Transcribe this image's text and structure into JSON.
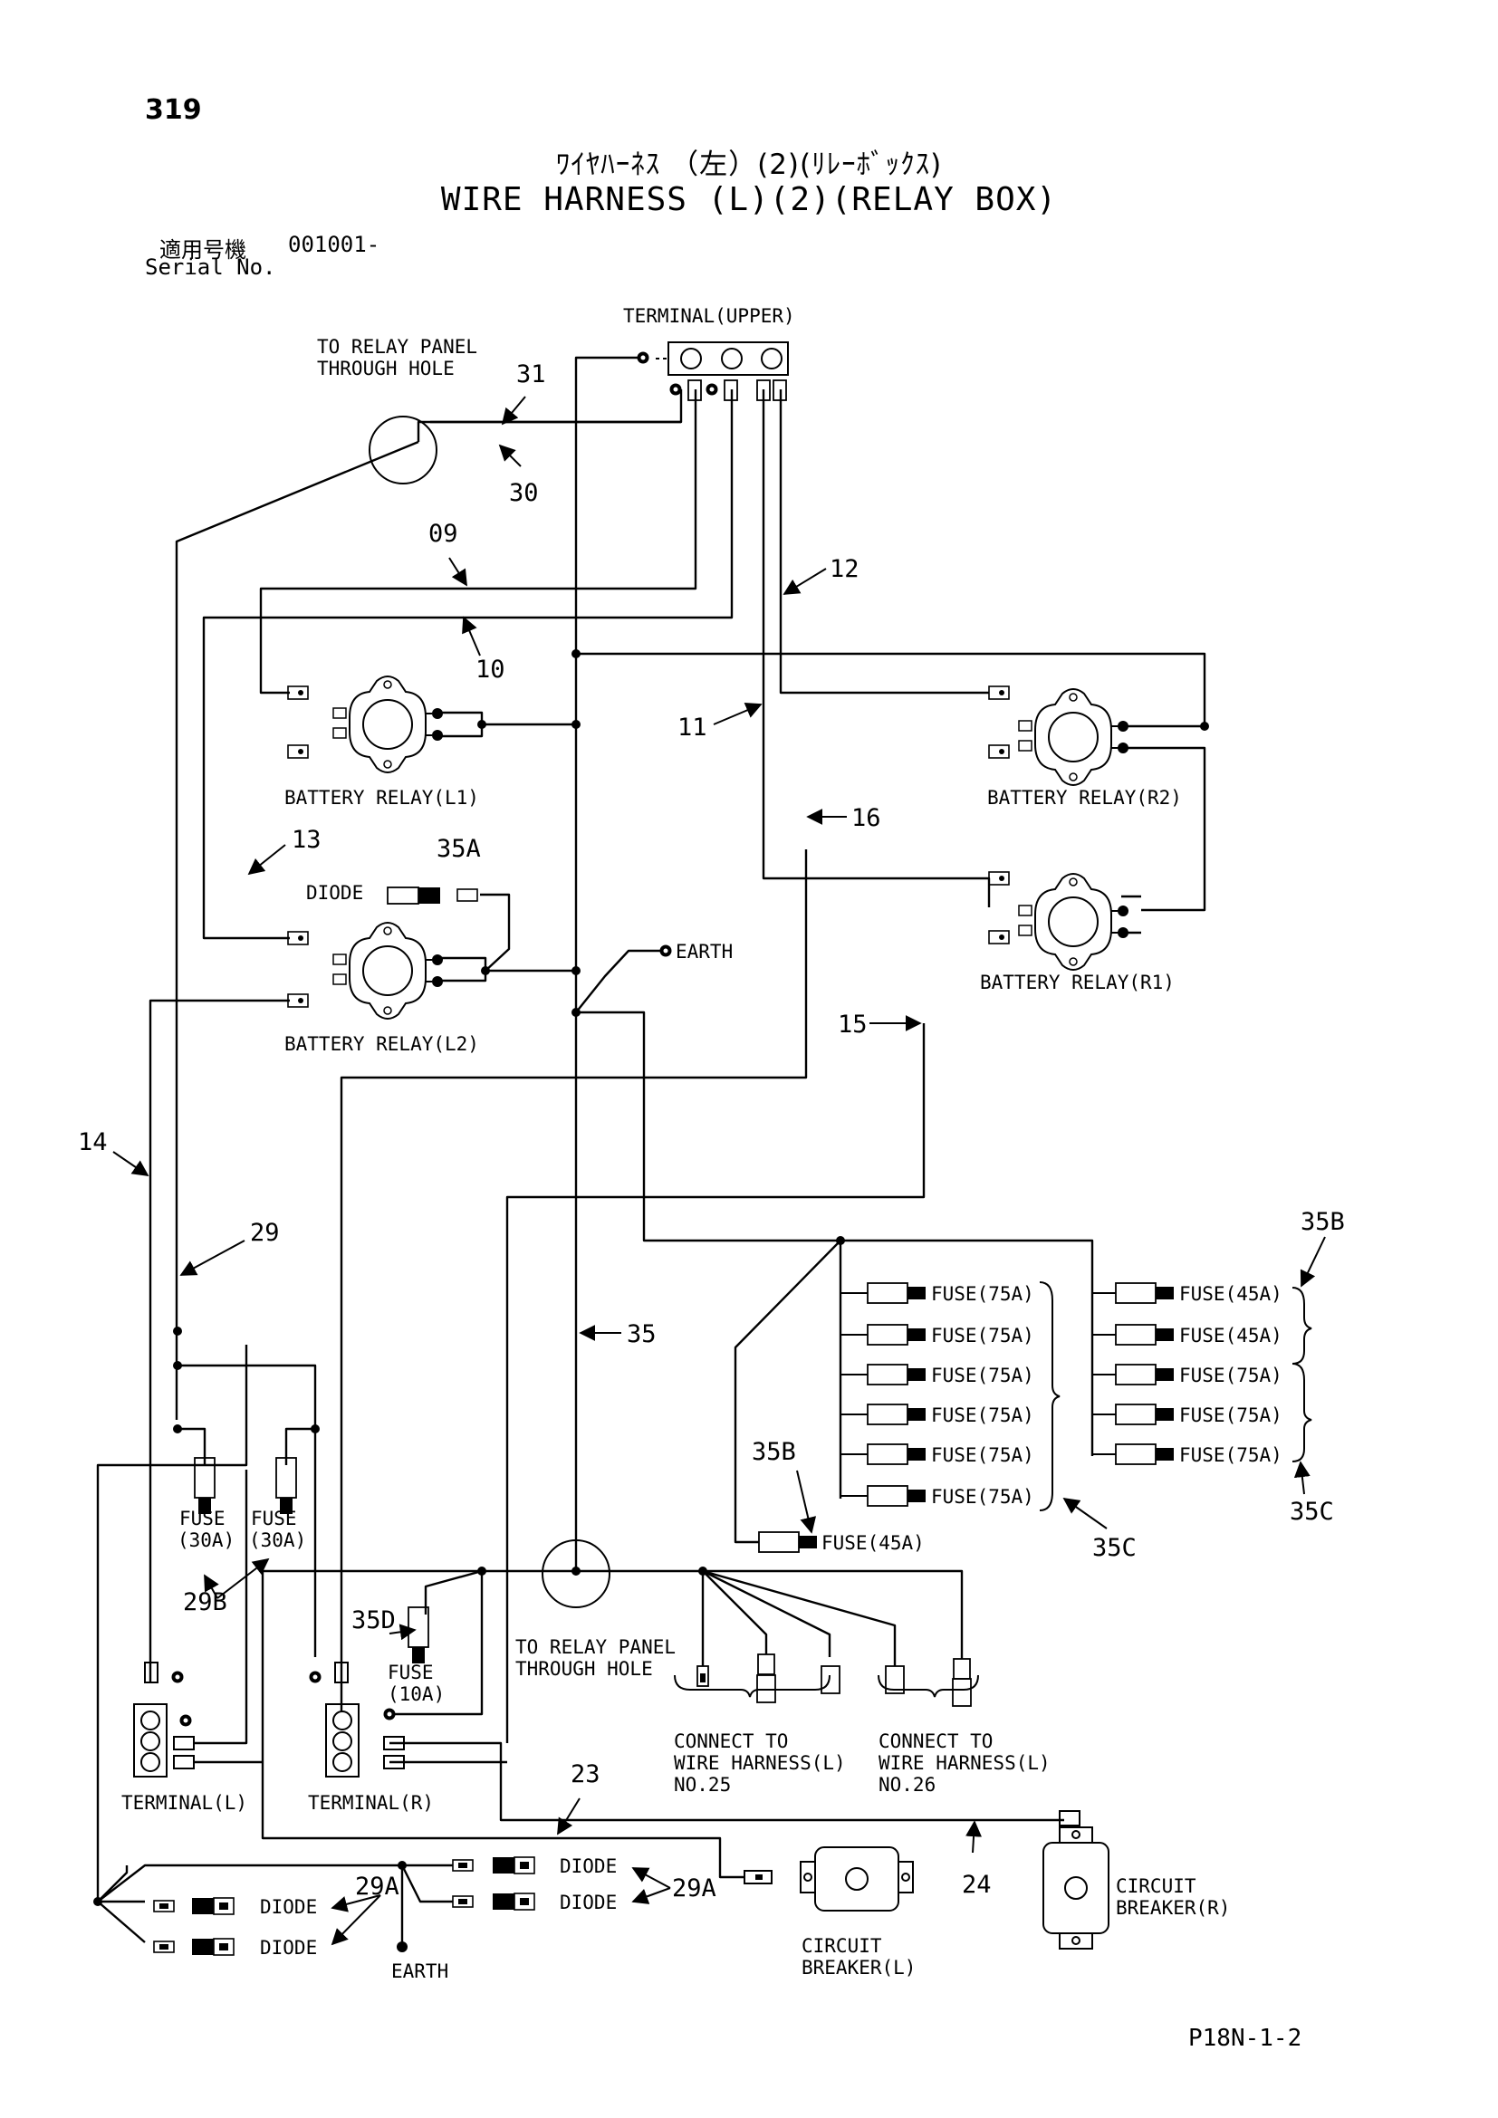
{
  "page": {
    "number": "319",
    "title_jp": "ﾜｲﾔﾊｰﾈｽ （左）(2)(ﾘﾚｰﾎﾞｯｸｽ)",
    "title_en": "WIRE HARNESS (L)(2)(RELAY BOX)",
    "serial_label_jp": "適用号機",
    "serial_value": "001001-",
    "serial_label_en": "Serial No.",
    "doc_code": "P18N-1-2"
  },
  "labels": {
    "terminal_upper": "TERMINAL(UPPER)",
    "relay_panel_hole_top_1": "TO RELAY PANEL",
    "relay_panel_hole_top_2": "THROUGH HOLE",
    "relay_panel_hole_bottom_1": "TO RELAY PANEL",
    "relay_panel_hole_bottom_2": "THROUGH HOLE",
    "battery_relay_l1": "BATTERY RELAY(L1)",
    "battery_relay_l2": "BATTERY RELAY(L2)",
    "battery_relay_r1": "BATTERY RELAY(R1)",
    "battery_relay_r2": "BATTERY RELAY(R2)",
    "diode_35a": "DIODE",
    "earth_mid": "EARTH",
    "earth_bottom": "EARTH",
    "fuse_75a": "FUSE(75A)",
    "fuse_45a": "FUSE(45A)",
    "fuse_30a": "FUSE",
    "fuse_30a_rating": "(30A)",
    "fuse_10a": "FUSE",
    "fuse_10a_rating": "(10A)",
    "terminal_l": "TERMINAL(L)",
    "terminal_r": "TERMINAL(R)",
    "connect_to": "CONNECT TO",
    "wire_harness_l": "WIRE HARNESS(L)",
    "no25": "NO.25",
    "no26": "NO.26",
    "diode": "DIODE",
    "circuit": "CIRCUIT",
    "breaker_l": "BREAKER(L)",
    "breaker_r": "BREAKER(R)"
  },
  "callouts": {
    "w31": "31",
    "w30": "30",
    "w09": "09",
    "w10": "10",
    "w12": "12",
    "w11": "11",
    "w16": "16",
    "w13": "13",
    "w35a": "35A",
    "w15": "15",
    "w14": "14",
    "w29": "29",
    "w35": "35",
    "w35b_top": "35B",
    "w35b_mid": "35B",
    "w35c_right": "35C",
    "w35c_mid": "35C",
    "w29b": "29B",
    "w35d": "35D",
    "w23": "23",
    "w24": "24",
    "w29a_left": "29A",
    "w29a_right": "29A"
  },
  "colors": {
    "line": "#000000",
    "background": "#ffffff"
  }
}
